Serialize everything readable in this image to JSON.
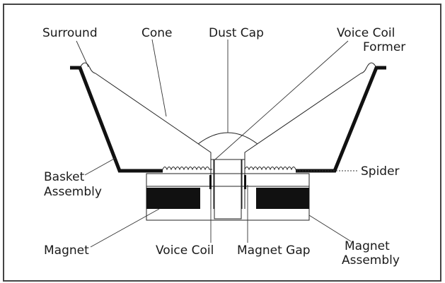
{
  "diagram": {
    "colors": {
      "ink": "#111111",
      "background": "#ffffff",
      "frame": "#444444"
    },
    "labels": {
      "surround": "Surround",
      "cone": "Cone",
      "dust_cap": "Dust Cap",
      "voice_coil_former_1": "Voice Coil",
      "voice_coil_former_2": "Former",
      "spider": "Spider",
      "basket_1": "Basket",
      "basket_2": "Assembly",
      "magnet": "Magnet",
      "voice_coil": "Voice Coil",
      "magnet_gap": "Magnet Gap",
      "magnet_assembly_1": "Magnet",
      "magnet_assembly_2": "Assembly"
    }
  }
}
